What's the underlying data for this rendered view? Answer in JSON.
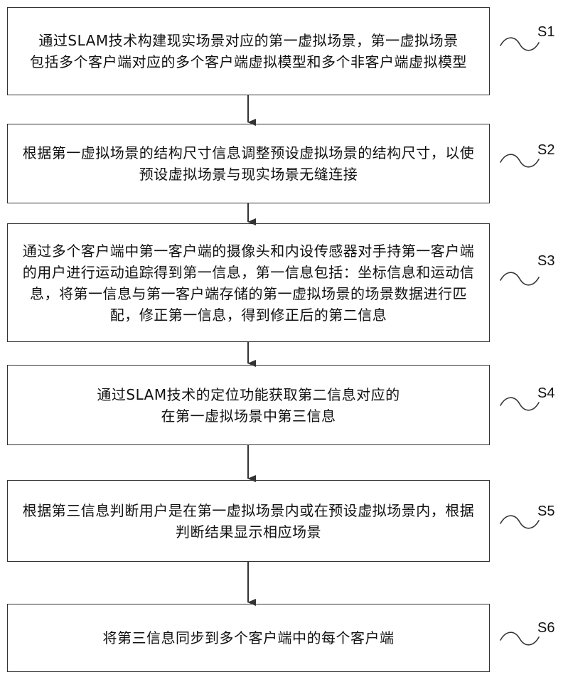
{
  "steps": [
    {
      "label": "S1",
      "text": "通过SLAM技术构建现实场景对应的第一虚拟场景，第一虚拟场景\n包括多个客户端对应的多个客户端虚拟模型和多个非客户端虚拟模型"
    },
    {
      "label": "S2",
      "text": "根据第一虚拟场景的结构尺寸信息调整预设虚拟场景的结构尺寸，以使预设虚拟场景与现实场景无缝连接"
    },
    {
      "label": "S3",
      "text": "通过多个客户端中第一客户端的摄像头和内设传感器对手持第一客户端的用户进行运动追踪得到第一信息，第一信息包括：坐标信息和运动信息，将第一信息与第一客户端存储的第一虚拟场景的场景数据进行匹配，修正第一信息，得到修正后的第二信息"
    },
    {
      "label": "S4",
      "text": "通过SLAM技术的定位功能获取第二信息对应的\n在第一虚拟场景中第三信息"
    },
    {
      "label": "S5",
      "text": "根据第三信息判断用户是在第一虚拟场景内或在预设虚拟场景内，根据判断结果显示相应场景"
    },
    {
      "label": "S6",
      "text": "将第三信息同步到多个客户端中的每个客户端"
    }
  ]
}
